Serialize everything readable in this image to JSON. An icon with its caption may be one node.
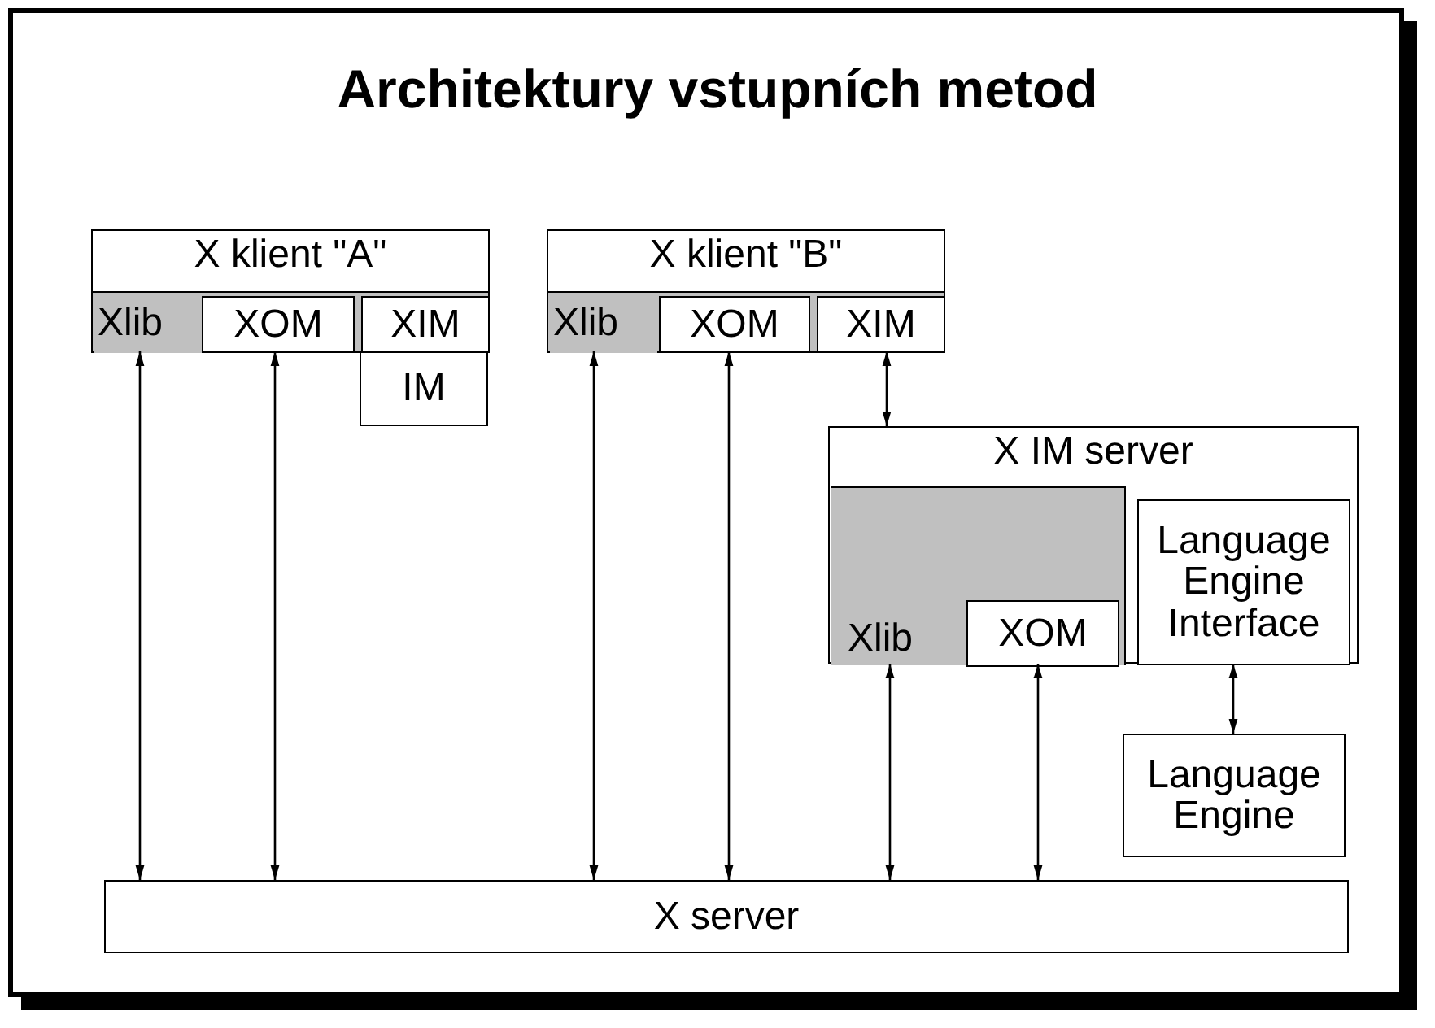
{
  "diagram": {
    "title": "Architektury vstupních metod",
    "nodes": [
      {
        "text": [
          "X klient \"A\""
        ]
      },
      {
        "text": [
          "Xlib"
        ],
        "in": 0
      },
      {
        "text": [
          "XOM"
        ],
        "in": 0
      },
      {
        "text": [
          "XIM"
        ],
        "in": 0
      },
      {
        "text": [
          "IM"
        ]
      },
      {
        "text": [
          "X klient \"B\""
        ]
      },
      {
        "text": [
          "Xlib"
        ],
        "in": 5
      },
      {
        "text": [
          "XOM"
        ],
        "in": 5
      },
      {
        "text": [
          "XIM"
        ],
        "in": 5
      },
      {
        "text": [
          "X IM server"
        ]
      },
      {
        "text": [
          "Xlib"
        ],
        "in": 9
      },
      {
        "text": [
          "XOM"
        ],
        "in": 10
      },
      {
        "text": [
          "Language Engine Interface"
        ],
        "in": 9
      },
      {
        "text": [
          "Language Engine"
        ]
      },
      {
        "text": [
          "X server"
        ]
      }
    ],
    "edges": [
      {
        "from": 1,
        "to": 14,
        "arrow": "both"
      },
      {
        "from": 2,
        "to": 14,
        "arrow": "both"
      },
      {
        "from": 6,
        "to": 14,
        "arrow": "both"
      },
      {
        "from": 7,
        "to": 14,
        "arrow": "both"
      },
      {
        "from": 8,
        "to": 9,
        "arrow": "both"
      },
      {
        "from": 10,
        "to": 14,
        "arrow": "both"
      },
      {
        "from": 11,
        "to": 14,
        "arrow": "both"
      },
      {
        "from": 12,
        "to": 13,
        "arrow": "both"
      }
    ]
  }
}
